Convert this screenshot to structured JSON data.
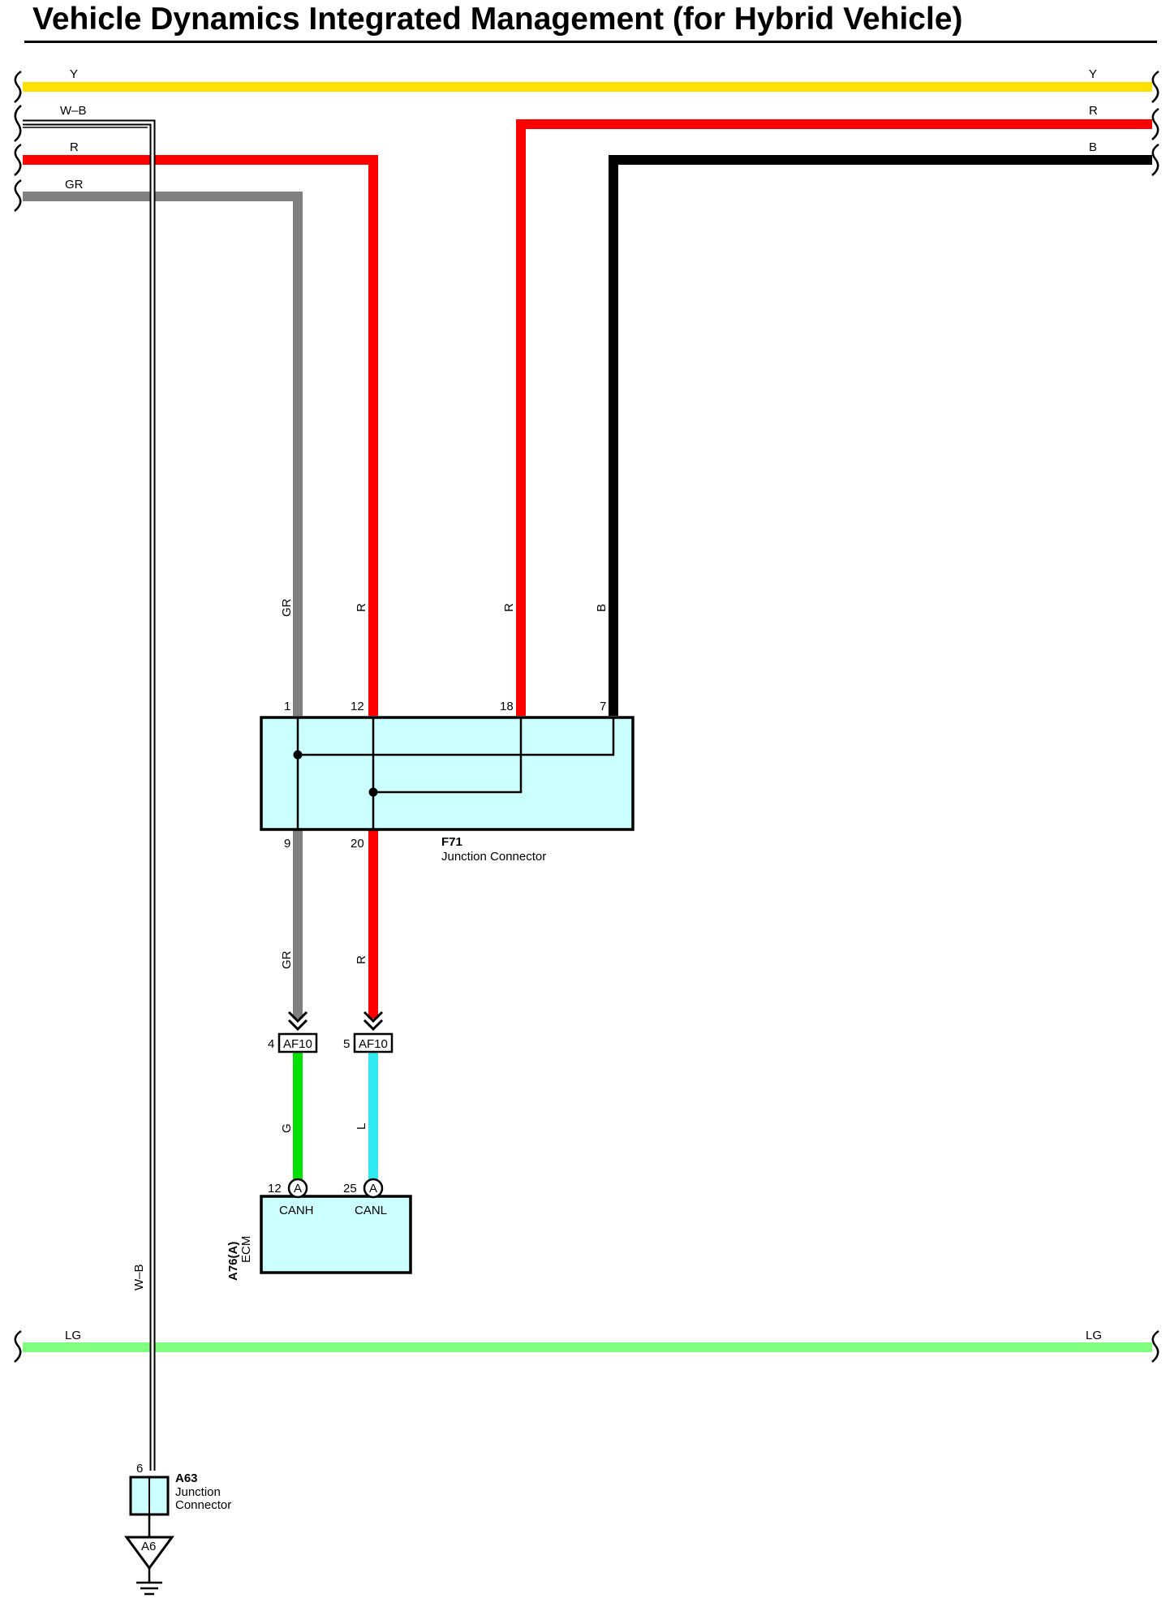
{
  "title": "Vehicle Dynamics Integrated Management (for Hybrid Vehicle)",
  "colors": {
    "Y": "#ffe000",
    "R": "#ff0000",
    "B": "#000000",
    "GR": "#808080",
    "G": "#00e000",
    "L": "#30e8f0",
    "LG": "#80ff80",
    "connector_fill": "#ccffff"
  },
  "wire_labels": {
    "y_left": "Y",
    "y_right": "Y",
    "wb_left": "W–B",
    "r_right": "R",
    "r_left": "R",
    "b_right": "B",
    "gr_left": "GR",
    "gr_vert": "GR",
    "r_vert1": "R",
    "r_vert2": "R",
    "b_vert": "B",
    "gr_lower": "GR",
    "r_lower": "R",
    "g_lower": "G",
    "l_lower": "L",
    "wb_vert": "W–B",
    "lg_left": "LG",
    "lg_right": "LG"
  },
  "junction_f71": {
    "code": "F71",
    "name": "Junction Connector",
    "pins": {
      "p1": "1",
      "p12": "12",
      "p18": "18",
      "p7": "7",
      "p9": "9",
      "p20": "20"
    }
  },
  "inline_connectors": [
    {
      "pin": "4",
      "code": "AF10"
    },
    {
      "pin": "5",
      "code": "AF10"
    }
  ],
  "ecm": {
    "code": "A76(A)",
    "name": "ECM",
    "pins": [
      {
        "pin": "12",
        "marker": "A",
        "signal": "CANH"
      },
      {
        "pin": "25",
        "marker": "A",
        "signal": "CANL"
      }
    ]
  },
  "junction_a63": {
    "code": "A63",
    "name_line1": "Junction",
    "name_line2": "Connector",
    "pin": "6"
  },
  "ground": {
    "code": "A6"
  }
}
